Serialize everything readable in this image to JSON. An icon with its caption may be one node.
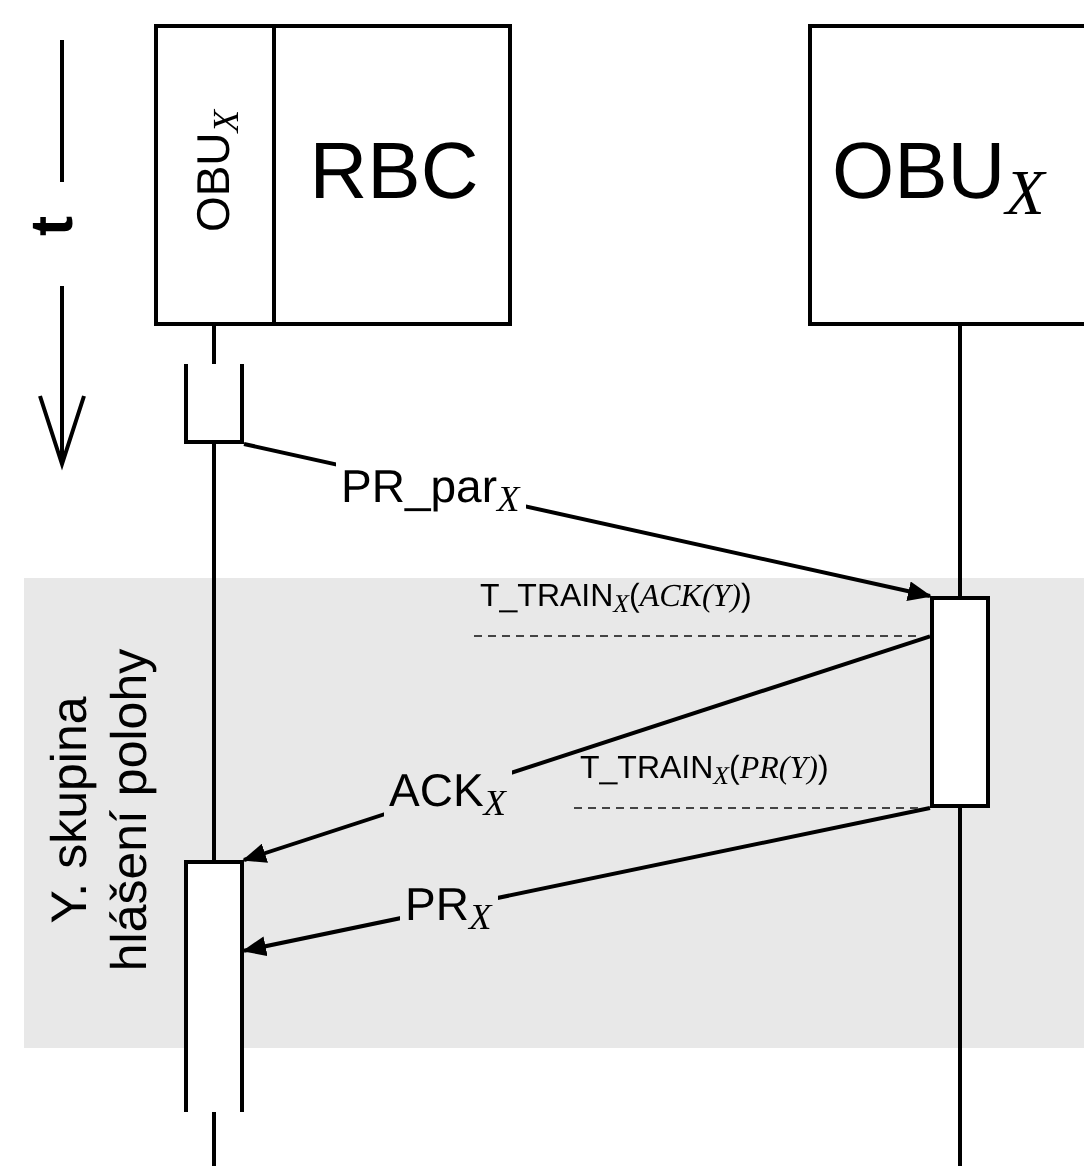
{
  "diagram": {
    "nodes": [
      {
        "text": [
          "RBC"
        ]
      },
      {
        "text": [
          "OBU$_{X}$"
        ],
        "in": 0
      },
      {
        "text": [
          "OBU$_{X}$"
        ]
      },
      {
        "text": [],
        "shape": "bar"
      },
      {
        "text": [],
        "shape": "bar"
      },
      {
        "text": [],
        "shape": "bar"
      }
    ],
    "edges": [
      {
        "from": 3,
        "to": 4,
        "arrow": "to",
        "label": "PR_par$_{X}$"
      },
      {
        "from": 4,
        "to": 5,
        "arrow": "to",
        "label": "ACK$_{X}$"
      },
      {
        "from": 4,
        "to": 5,
        "arrow": "to",
        "label": "PR$_{X}$"
      },
      {
        "from": 1,
        "to": 3,
        "arrow": "none"
      },
      {
        "from": 3,
        "to": 5,
        "arrow": "none"
      },
      {
        "from": 5,
        "to": null,
        "arrow": "none"
      },
      {
        "from": 2,
        "to": 4,
        "arrow": "none"
      },
      {
        "from": 4,
        "to": null,
        "arrow": "none"
      }
    ],
    "labels": [
      "t",
      "T_TRAIN$_{X}$(*ACK(Y)*)",
      "Y. skupina hlášení polohy",
      "T_TRAIN$_{X}$(*PR(Y)*)"
    ]
  }
}
